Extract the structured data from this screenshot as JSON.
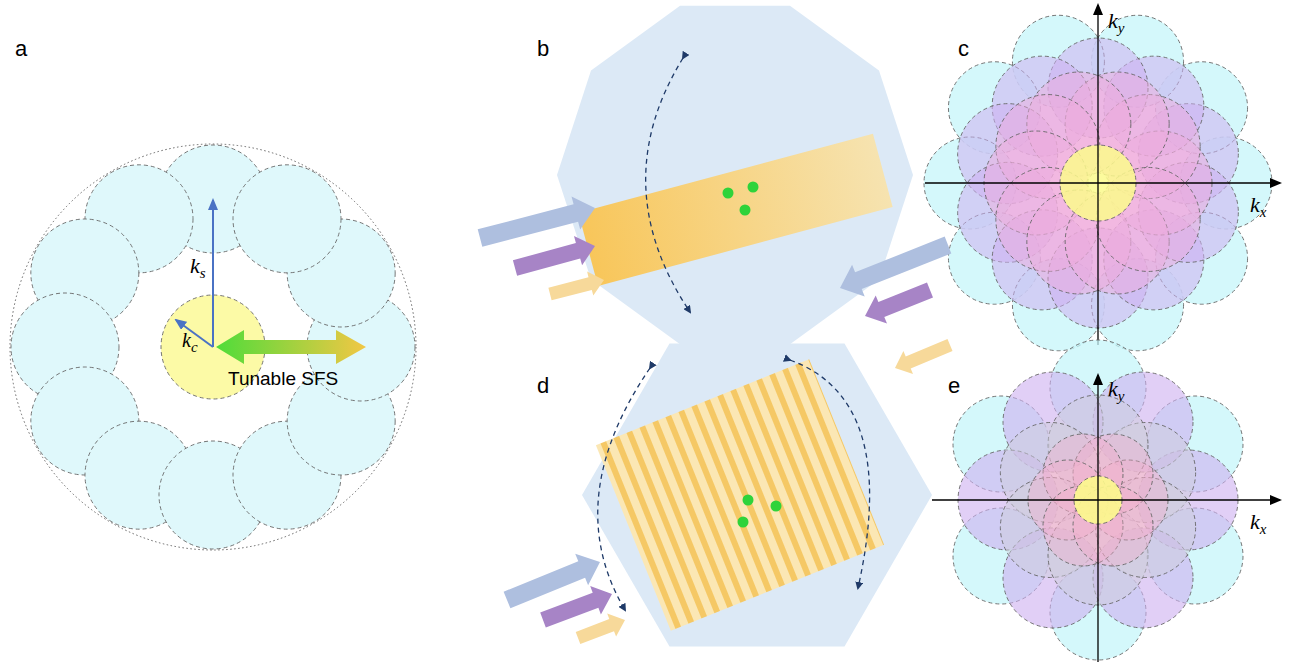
{
  "diagram": {
    "labels": [
      "a",
      "ks",
      "kc",
      "Tunable SFS",
      "b",
      "c",
      "ky",
      "kx",
      "d",
      "e",
      "ky",
      "kx"
    ]
  }
}
